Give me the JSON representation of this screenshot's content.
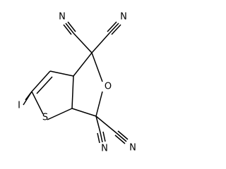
{
  "molecule": {
    "atoms": {
      "iodine": "I",
      "sulfur": "S",
      "oxygen": "O",
      "nitrile_n1": "N",
      "nitrile_n2": "N",
      "nitrile_n3": "N",
      "nitrile_n4": "N"
    },
    "colors": {
      "bond": "#000000",
      "label": "#000000",
      "background": "#ffffff"
    }
  }
}
